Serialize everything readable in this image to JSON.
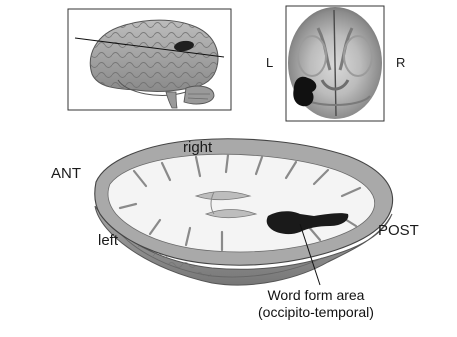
{
  "scan": {
    "left_label": "L",
    "right_label": "R"
  },
  "slice": {
    "anterior_label": "ANT",
    "posterior_label": "POST",
    "right_label": "right",
    "left_label": "left"
  },
  "callout": {
    "line1": "Word form area",
    "line2": "(occipito-temporal)"
  },
  "colors": {
    "region": "#1a1a1a",
    "scan_background": "#6e6e6e"
  }
}
